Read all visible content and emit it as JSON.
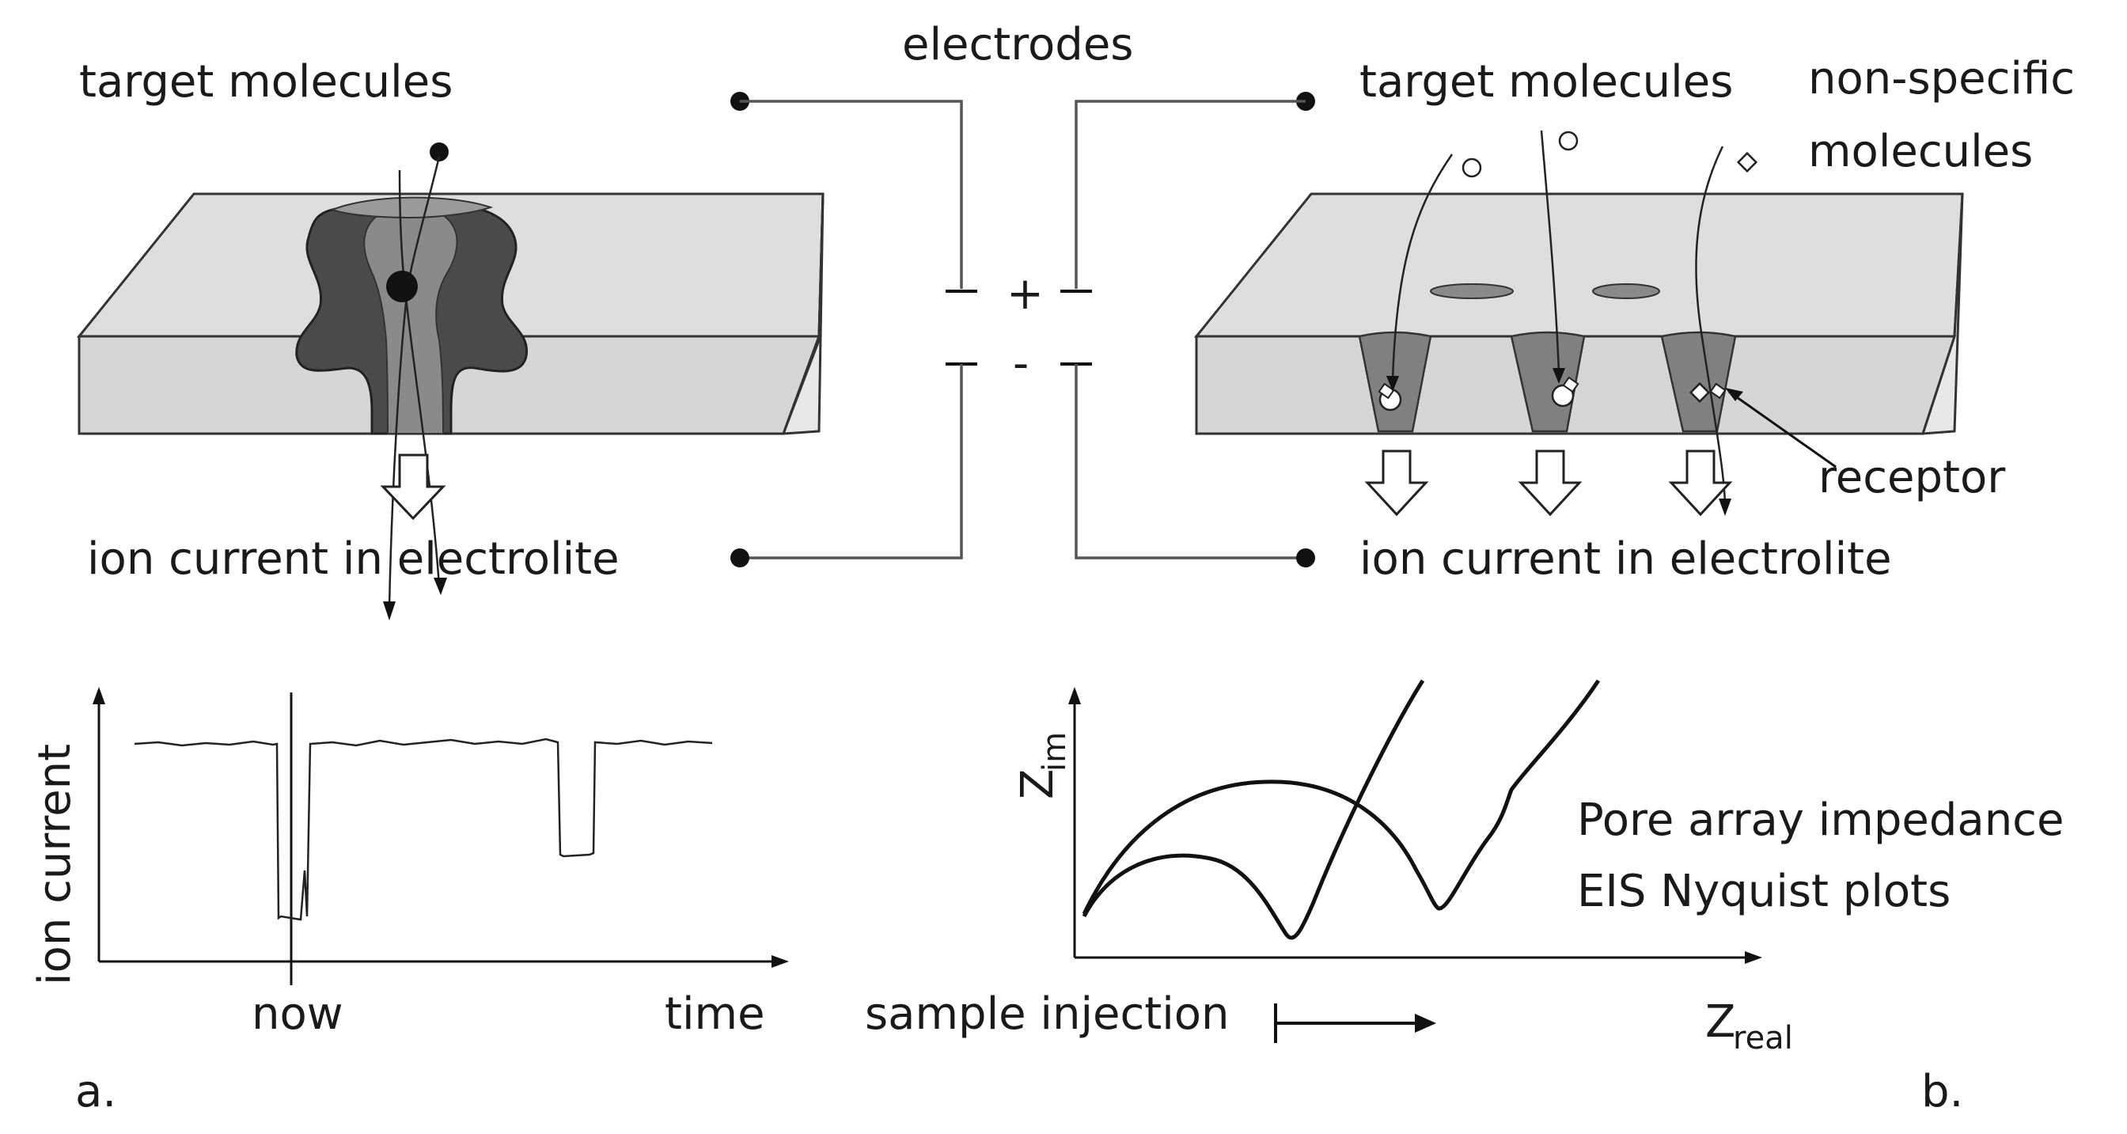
{
  "labels": {
    "electrodes": "electrodes",
    "target_left": "target molecules",
    "target_right": "target molecules",
    "nonspecific_line1": "non-specific",
    "nonspecific_line2": "molecules",
    "ion_left": "ion current in electrolite",
    "ion_right": "ion current in electrolite",
    "receptor": "receptor",
    "plus": "+",
    "minus": "-",
    "panel_a": "a.",
    "panel_b": "b."
  },
  "plot_a": {
    "ylabel": "ion current",
    "x_now": "now",
    "x_time": "time"
  },
  "plot_b": {
    "ylabel_main": "Z",
    "ylabel_sub": "im",
    "xlabel_main": "Z",
    "xlabel_sub": "real",
    "caption_line1": "Pore array impedance",
    "caption_line2": "EIS Nyquist plots",
    "sample_injection": "sample injection"
  }
}
